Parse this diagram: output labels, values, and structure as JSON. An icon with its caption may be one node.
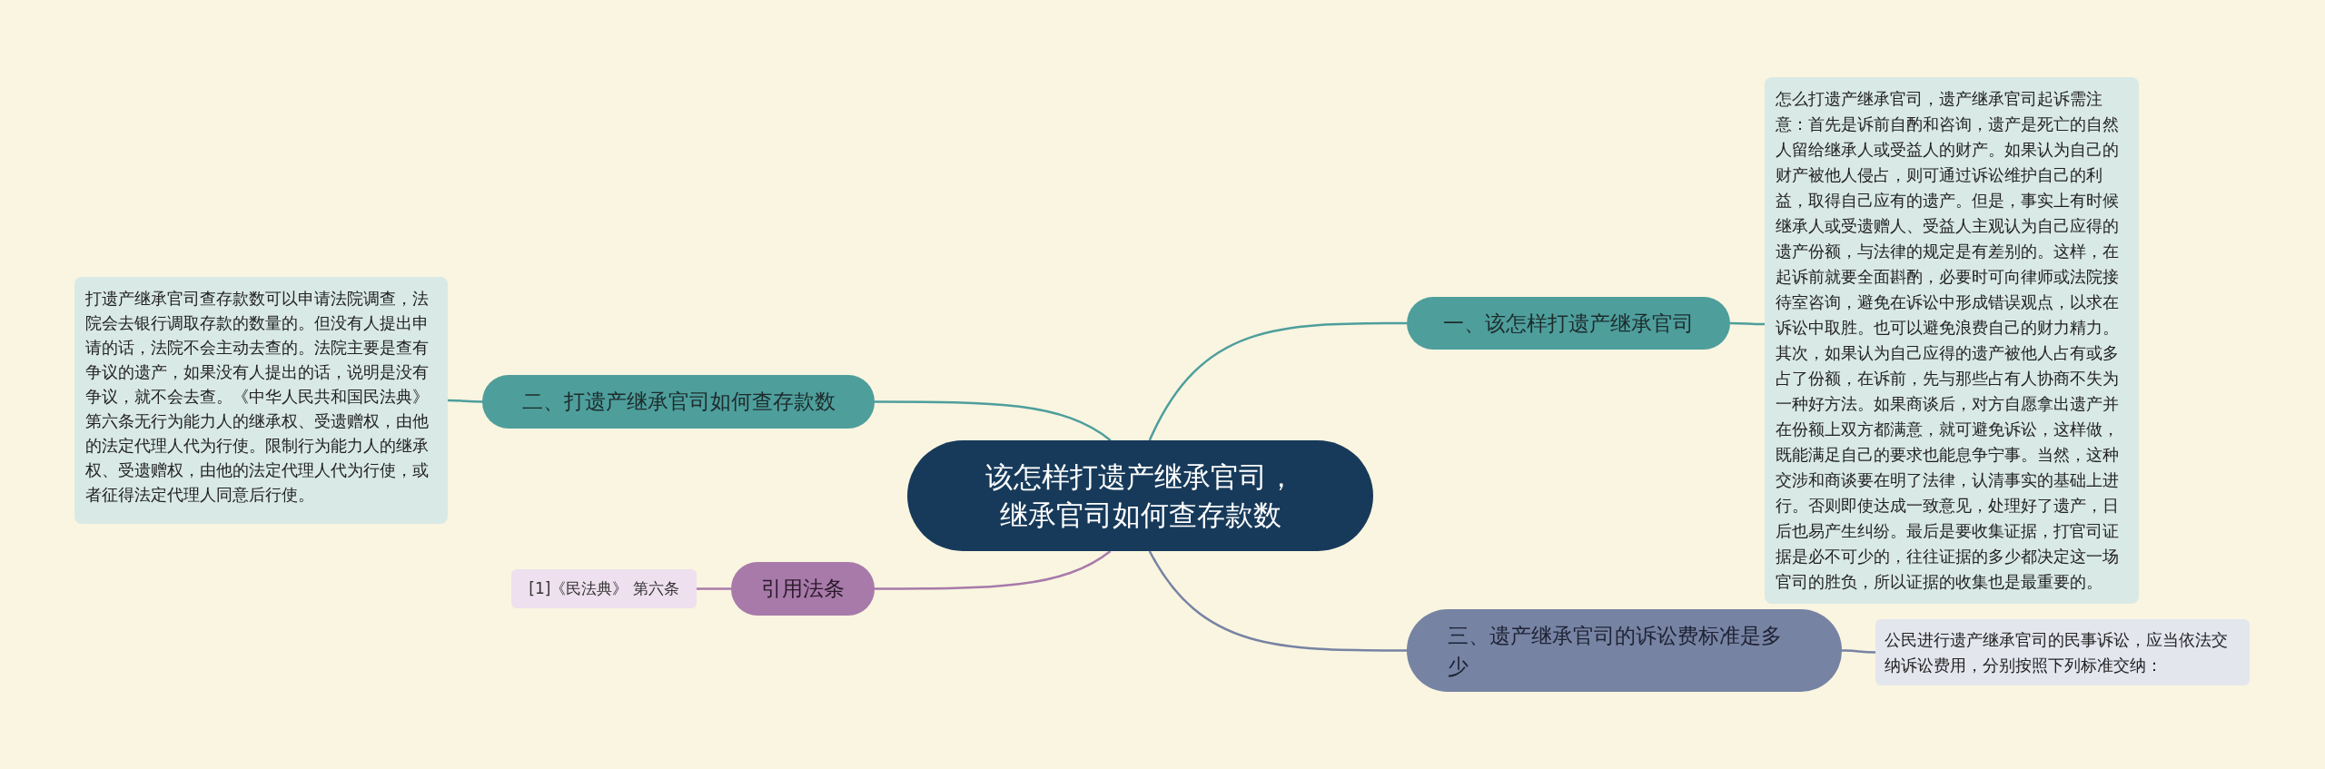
{
  "diagram": {
    "nodes": [
      {
        "text": [
          "该怎样打遗产继承官司，继承官司如何查存款数"
        ]
      },
      {
        "text": [
          "一、该怎样打遗产继承官司"
        ]
      },
      {
        "text": [
          "怎么打遗产继承官司，遗产继承官司起诉需注意：首先是诉前自酌和咨询，遗产是死亡的自然人留给继承人或受益人的财产。如果认为自己的财产被他人侵占，则可通过诉讼维护自己的利益，取得自己应有的遗产。但是，事实上有时候继承人或受遗赠人、受益人主观认为自己应得的遗产份额，与法律的规定是有差别的。这样，在起诉前就要全面斟酌，必要时可向律师或法院接待室咨询，避免在诉讼中形成错误观点，以求在诉讼中取胜。也可以避免浪费自己的财力精力。其次，如果认为自己应得的遗产被他人占有或多占了份额，在诉前，先与那些占有人协商不失为一种好方法。如果商谈后，对方自愿拿出遗产并在份额上双方都满意，就可避免诉讼，这样做，既能满足自己的要求也能息争宁事。当然，这种交涉和商谈要在明了法律，认清事实的基础上进行。否则即使达成一致意见，处理好了遗产，日后也易产生纠纷。最后是要收集证据，打官司证据是必不可少的，往往证据的多少都决定这一场官司的胜负，所以证据的收集也是最重要的。"
        ]
      },
      {
        "text": [
          "二、打遗产继承官司如何查存款数"
        ]
      },
      {
        "text": [
          "打遗产继承官司查存款数可以申请法院调查，法院会去银行调取存款的数量的。但没有人提出申请的话，法院不会主动去查的。法院主要是查有争议的遗产，如果没有人提出的话，说明是没有争议，就不会去查。《中华人民共和国民法典》第六条无行为能力人的继承权、受遗赠权，由他的法定代理人代为行使。限制行为能力人的继承权、受遗赠权，由他的法定代理人代为行使，或者征得法定代理人同意后行使。"
        ]
      },
      {
        "text": [
          "引用法条"
        ]
      },
      {
        "text": [
          "[1]《民法典》 第六条"
        ]
      },
      {
        "text": [
          "三、遗产继承官司的诉讼费标准是多少"
        ]
      },
      {
        "text": [
          "公民进行遗产继承官司的民事诉讼，应当依法交纳诉讼费用，分别按照下列标准交纳："
        ]
      }
    ],
    "edges": [
      {
        "from": 0,
        "to": 1,
        "arrow": "none",
        "color": "#4e9e9c"
      },
      {
        "from": 1,
        "to": 2,
        "arrow": "none",
        "color": "#4e9e9c"
      },
      {
        "from": 0,
        "to": 3,
        "arrow": "none",
        "color": "#4e9e9c"
      },
      {
        "from": 3,
        "to": 4,
        "arrow": "none",
        "color": "#4e9e9c"
      },
      {
        "from": 0,
        "to": 5,
        "arrow": "none",
        "color": "#a87aaa"
      },
      {
        "from": 5,
        "to": 6,
        "arrow": "none",
        "color": "#a87aaa"
      },
      {
        "from": 0,
        "to": 7,
        "arrow": "none",
        "color": "#7783a3"
      },
      {
        "from": 7,
        "to": 8,
        "arrow": "none",
        "color": "#7783a3"
      }
    ]
  }
}
